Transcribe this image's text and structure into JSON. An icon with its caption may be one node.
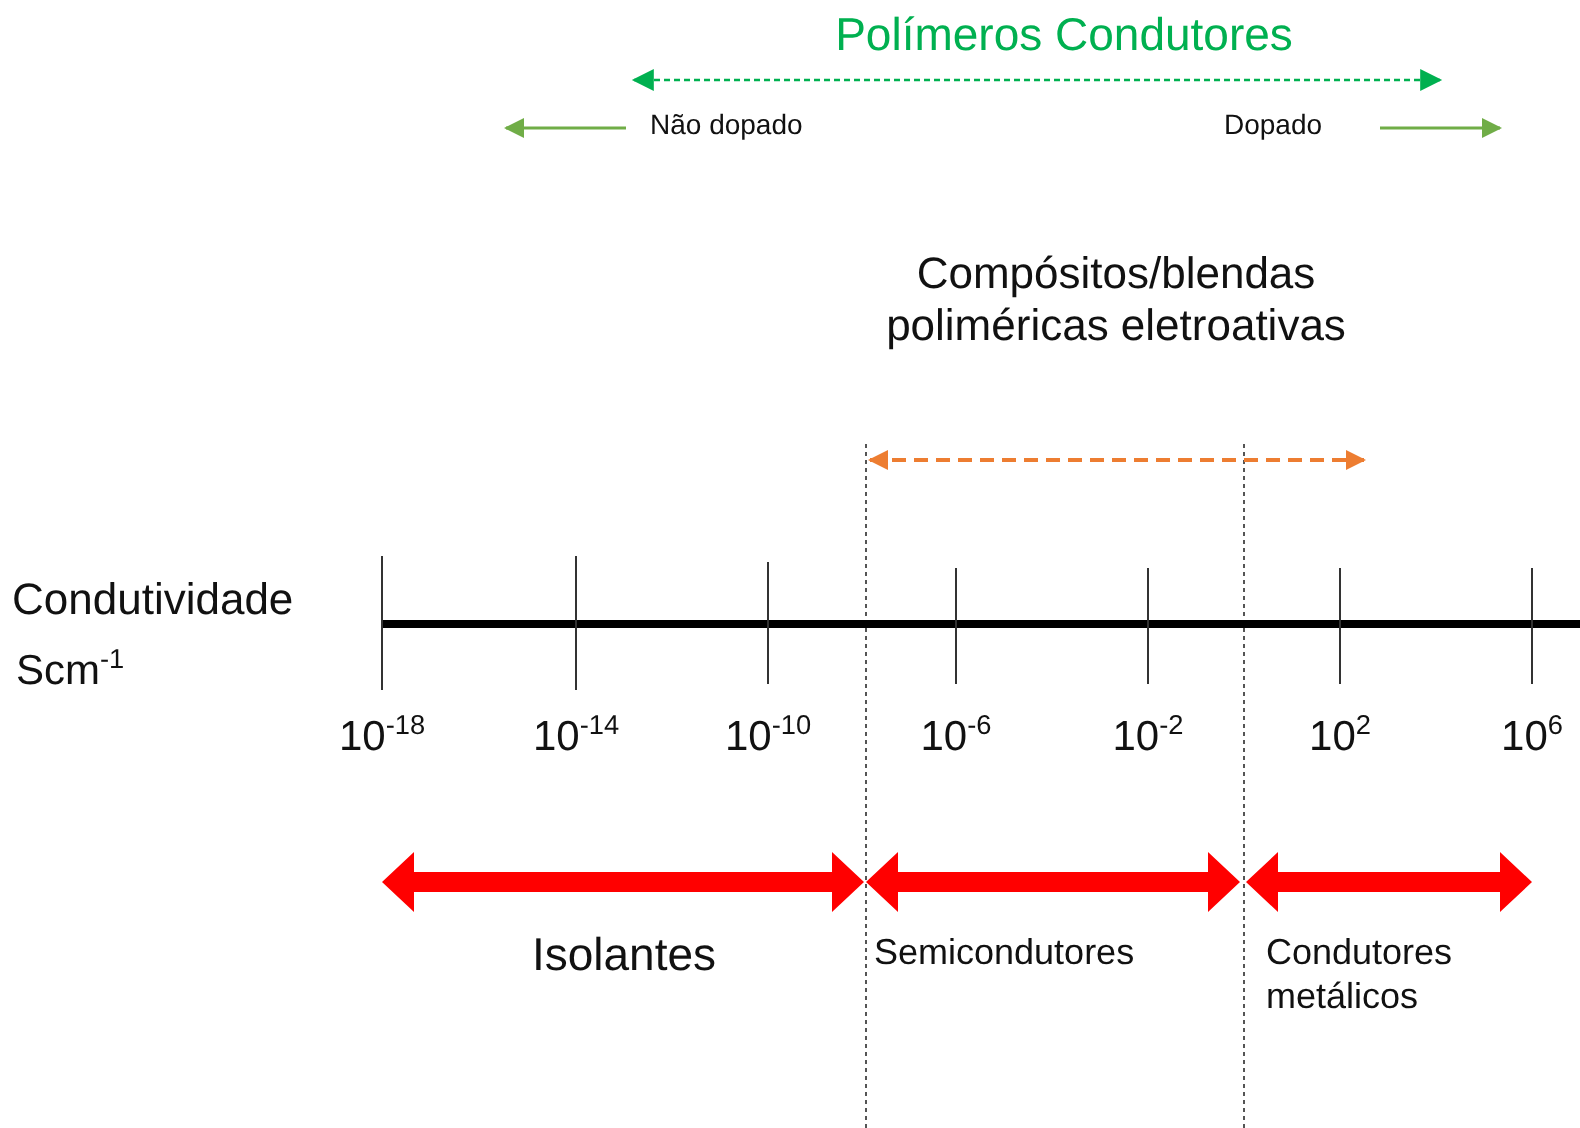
{
  "diagram": {
    "labels": [
      "Polímeros Condutores",
      "Não dopado",
      "Dopado",
      "Compósitos/blendas poliméricas eletroativas",
      "Condutividade",
      "Scm$^{-1}$",
      "10$^{-18}$",
      "10$^{-14}$",
      "10$^{-10}$",
      "10$^{-6}$",
      "10$^{-2}$",
      "10$^{2}$",
      "10$^{6}$",
      "Isolantes",
      "Semicondutores",
      "Condutores metálicos"
    ]
  }
}
